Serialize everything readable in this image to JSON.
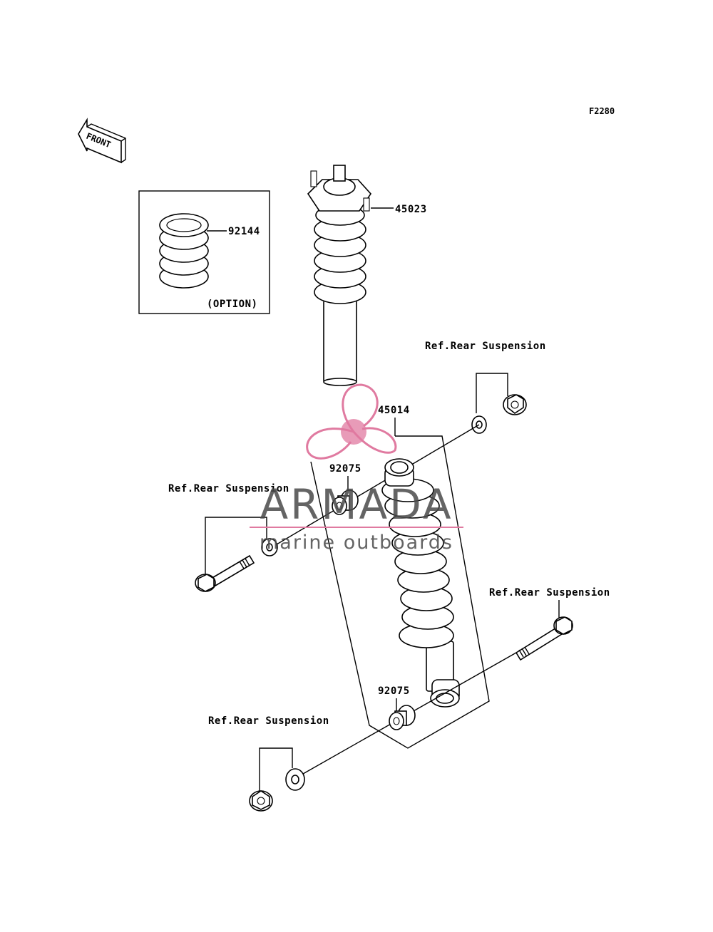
{
  "diagram_code": "F2280",
  "front_arrow_label": "FRONT",
  "option_box": {
    "part_number": "92144",
    "note": "(OPTION)"
  },
  "parts": {
    "shock_upper": "45023",
    "shock_assy": "45014",
    "bushing_upper": "92075",
    "bushing_lower": "92075"
  },
  "references": {
    "top_right": "Ref.Rear Suspension",
    "mid_left": "Ref.Rear Suspension",
    "mid_right": "Ref.Rear Suspension",
    "bottom_left": "Ref.Rear Suspension"
  },
  "watermark": {
    "brand": "ARMADA",
    "tagline": "marine outboards",
    "color": "#e07aa0"
  }
}
